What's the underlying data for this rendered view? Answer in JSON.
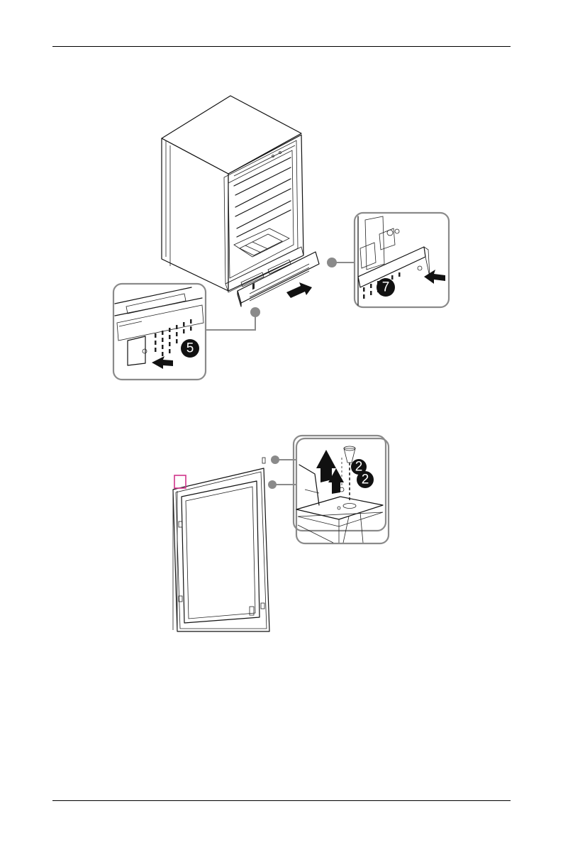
{
  "figure_top": {
    "callouts": [
      {
        "label": "5"
      },
      {
        "label": "7"
      }
    ]
  },
  "figure_bottom": {
    "callouts": [
      {
        "label": "2"
      },
      {
        "label": "2"
      }
    ]
  },
  "colors": {
    "line": "#111111",
    "callout_frame": "#8a8a8a",
    "highlight_marker": "#d0348a"
  }
}
